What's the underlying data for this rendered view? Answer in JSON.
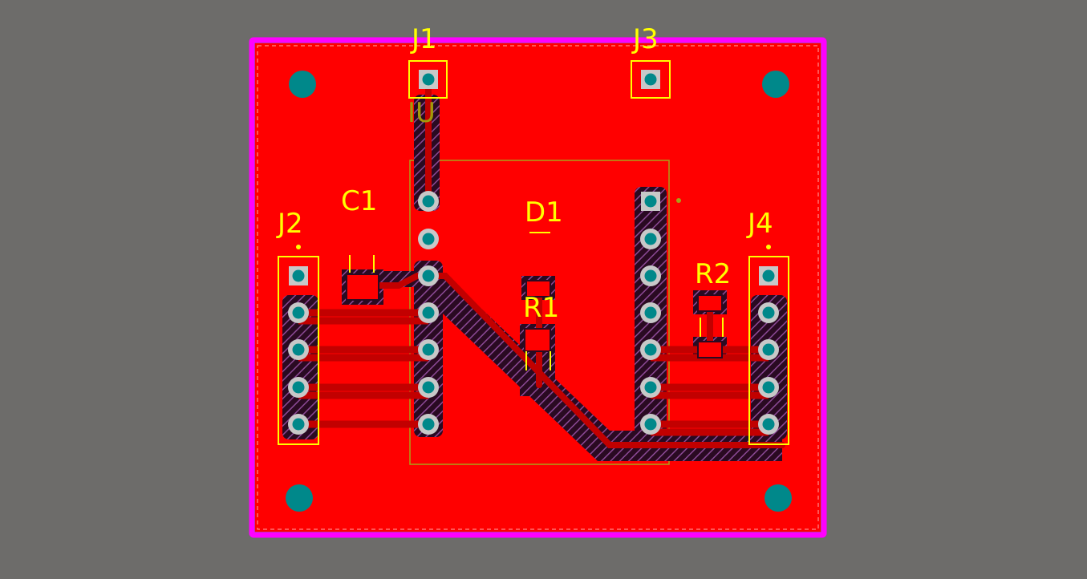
{
  "colors": {
    "background": "#6d6c6a",
    "copper": "#ff0000",
    "outline": "#ff00ff",
    "silkscreen": "#ffff00",
    "pad": "#00888a",
    "pad_ring": "#c8c8c8",
    "clearance": "#2a0a22",
    "hatch": "#8c4a96",
    "courtyard": "#a8a218"
  },
  "labels": {
    "j1": "J1",
    "j3": "J3",
    "j2": "J2",
    "j4": "J4",
    "c1": "C1",
    "d1": "D1",
    "r1": "R1",
    "r2": "R2",
    "u1": "IU"
  },
  "icons": {
    "mounting_hole": "mounting-hole-icon",
    "pad": "through-hole-pad-icon"
  }
}
